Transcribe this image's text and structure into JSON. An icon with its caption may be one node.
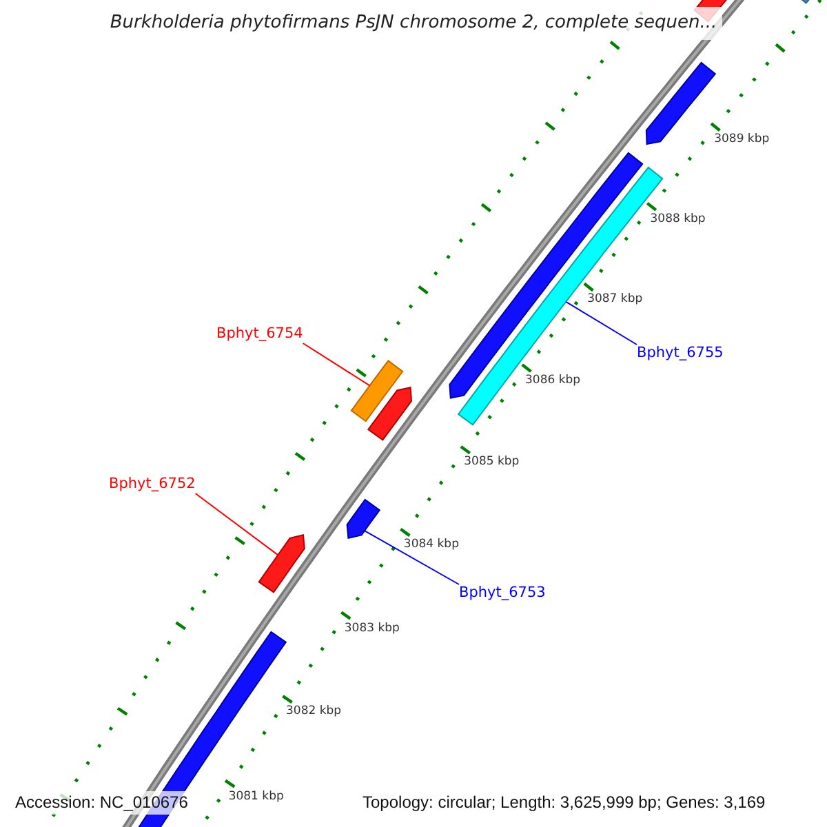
{
  "diagram": {
    "title": "Burkholderia phytofirmans PsJN chromosome 2, complete sequen...",
    "nodes": [
      {
        "text": [
          "Bphyt_6754"
        ]
      },
      {
        "text": [
          "Bphyt_6752"
        ]
      },
      {
        "text": [
          "Bphyt_6755"
        ]
      },
      {
        "text": [
          "Bphyt_6753"
        ]
      },
      {
        "text": [],
        "shape": "bar"
      },
      {
        "text": [],
        "shape": "arrow"
      },
      {
        "text": [],
        "shape": "bar"
      },
      {
        "text": [],
        "shape": "arrow"
      }
    ],
    "edges": [
      {
        "from": 0,
        "to": 4,
        "arrow": "none",
        "color": "#ff0000"
      },
      {
        "from": 1,
        "to": 5,
        "arrow": "none",
        "color": "#ff0000"
      },
      {
        "from": 2,
        "to": 6,
        "arrow": "none",
        "color": "#0000ff"
      },
      {
        "from": 3,
        "to": 7,
        "arrow": "none",
        "color": "#0000ff"
      }
    ],
    "labels": [
      "3089 kbp",
      "3088 kbp",
      "3087 kbp",
      "3086 kbp",
      "3085 kbp",
      "3084 kbp",
      "3083 kbp",
      "3082 kbp",
      "3081 kbp",
      "Accession: NC_010676",
      "Topology: circular; Length: 3,625,999 bp; Genes: 3,169"
    ]
  }
}
